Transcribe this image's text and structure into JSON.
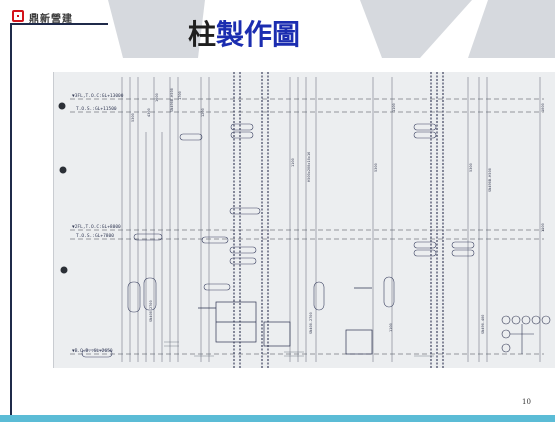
{
  "header": {
    "logo_text": "鼎新營建",
    "title_part1": "柱",
    "title_part2": "製作圖"
  },
  "drawing": {
    "elevation_labels": [
      "▼3FL,T.O.C:GL+13000",
      "T.O.S.:GL+11500",
      "▼2FL,T.O.C:GL+8000",
      "T.O.S.:GL+7800",
      "▼B.O.B.:GL+2650"
    ]
  },
  "footer": {
    "page_number": "10"
  },
  "colors": {
    "frame": "#1f2a4a",
    "title_accent": "#1b2db0",
    "bottom_bar": "#5bbcd6",
    "logo": "#d3141b"
  }
}
